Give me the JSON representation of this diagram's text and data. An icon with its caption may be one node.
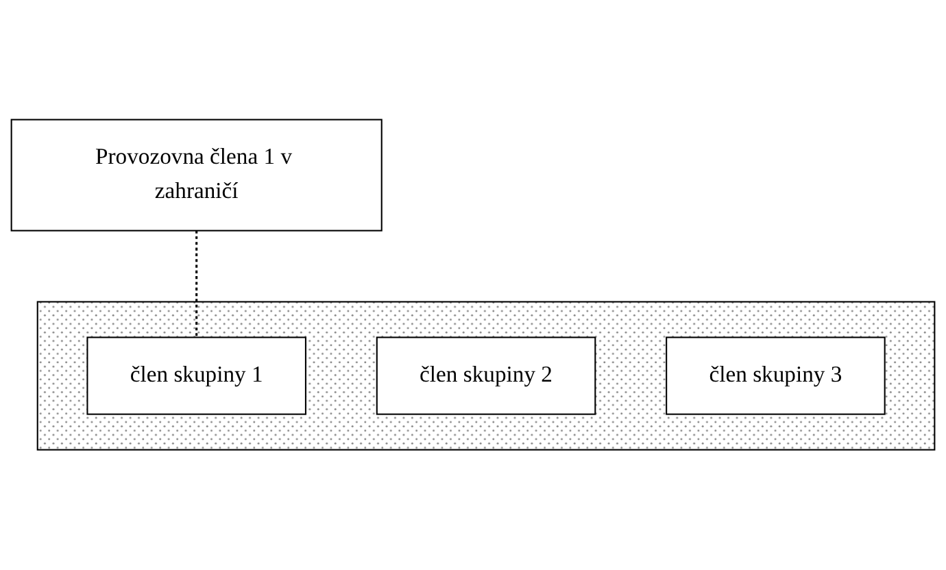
{
  "diagram": {
    "nodes": [
      {
        "text": [
          "Provozovna člena 1 v zahraničí"
        ]
      },
      {
        "text": [],
        "shape": "box"
      },
      {
        "text": [
          "člen skupiny 1"
        ],
        "in": 1
      },
      {
        "text": [
          "člen skupiny 2"
        ],
        "in": 1
      },
      {
        "text": [
          "člen skupiny 3"
        ],
        "in": 1
      }
    ],
    "edges": [
      {
        "from": 0,
        "to": 2,
        "arrow": "none",
        "style": "dashed"
      }
    ]
  }
}
